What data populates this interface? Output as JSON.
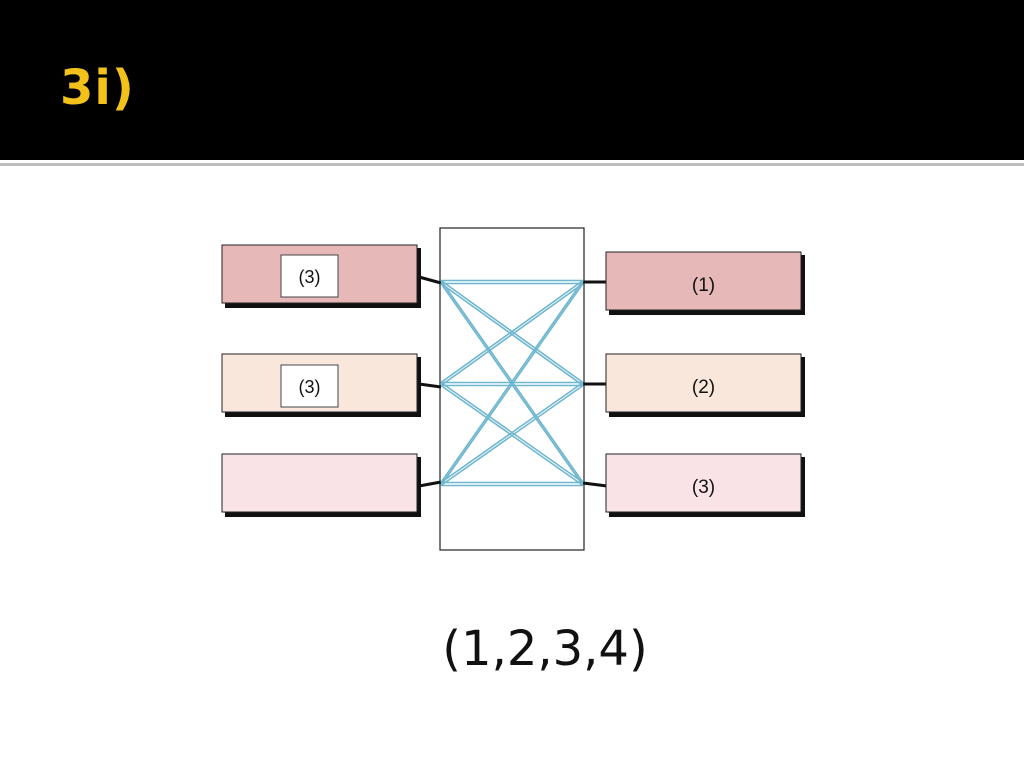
{
  "slide": {
    "title": "3i)",
    "bottom_text": "(1,2,3,4)"
  },
  "diagram": {
    "left_nodes": [
      {
        "tag": "(3)",
        "fill": "#e6b8b8"
      },
      {
        "tag": "(3)",
        "fill": "#f9e7dc"
      },
      {
        "tag": "",
        "fill": "#f9e3e7"
      }
    ],
    "right_nodes": [
      {
        "label": "(1)",
        "fill": "#e6b8b8"
      },
      {
        "label": "(2)",
        "fill": "#f9e7dc"
      },
      {
        "label": "(3)",
        "fill": "#f9e3e7"
      }
    ],
    "colors": {
      "title": "#f2c21b",
      "links": "#6fb6cf",
      "header_bar": "#000000"
    }
  }
}
